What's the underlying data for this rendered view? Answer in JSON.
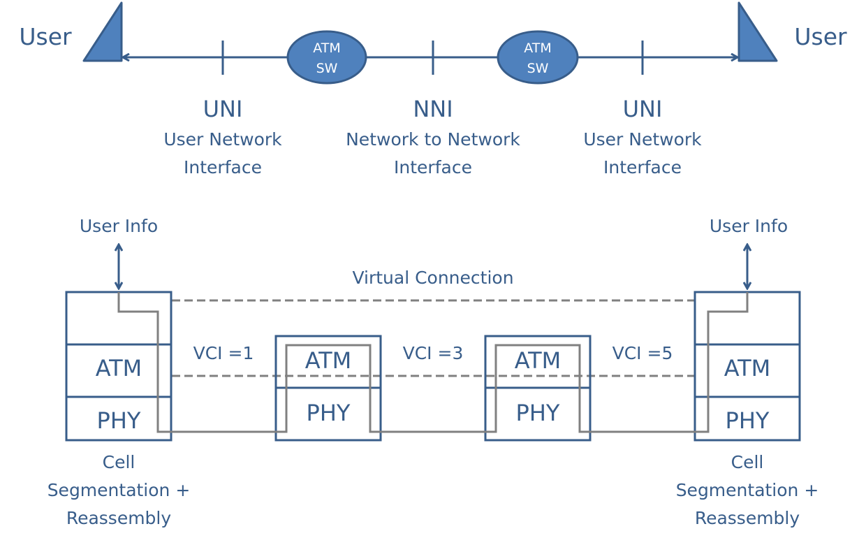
{
  "colors": {
    "text": "#385D8A",
    "node_fill": "#4F81BD",
    "node_stroke": "#385D8A",
    "path_gray": "#808080",
    "background": "#FFFFFF"
  },
  "top_diagram": {
    "user_left": "User",
    "user_right": "User",
    "switches": [
      {
        "line1": "ATM",
        "line2": "SW"
      },
      {
        "line1": "ATM",
        "line2": "SW"
      }
    ],
    "interfaces": [
      {
        "abbr": "UNI",
        "line1": "User Network",
        "line2": "Interface"
      },
      {
        "abbr": "NNI",
        "line1": "Network to Network",
        "line2": "Interface"
      },
      {
        "abbr": "UNI",
        "line1": "User Network",
        "line2": "Interface"
      }
    ]
  },
  "bottom_diagram": {
    "user_info_left": "User Info",
    "user_info_right": "User Info",
    "virtual_connection": "Virtual Connection",
    "vci_labels": [
      "VCI =1",
      "VCI =3",
      "VCI =5"
    ],
    "end_stack_layers": [
      "ATM",
      "PHY"
    ],
    "switch_stack_layers": [
      "ATM",
      "PHY"
    ],
    "end_caption": {
      "line1": "Cell",
      "line2": "Segmentation +",
      "line3": "Reassembly"
    }
  }
}
